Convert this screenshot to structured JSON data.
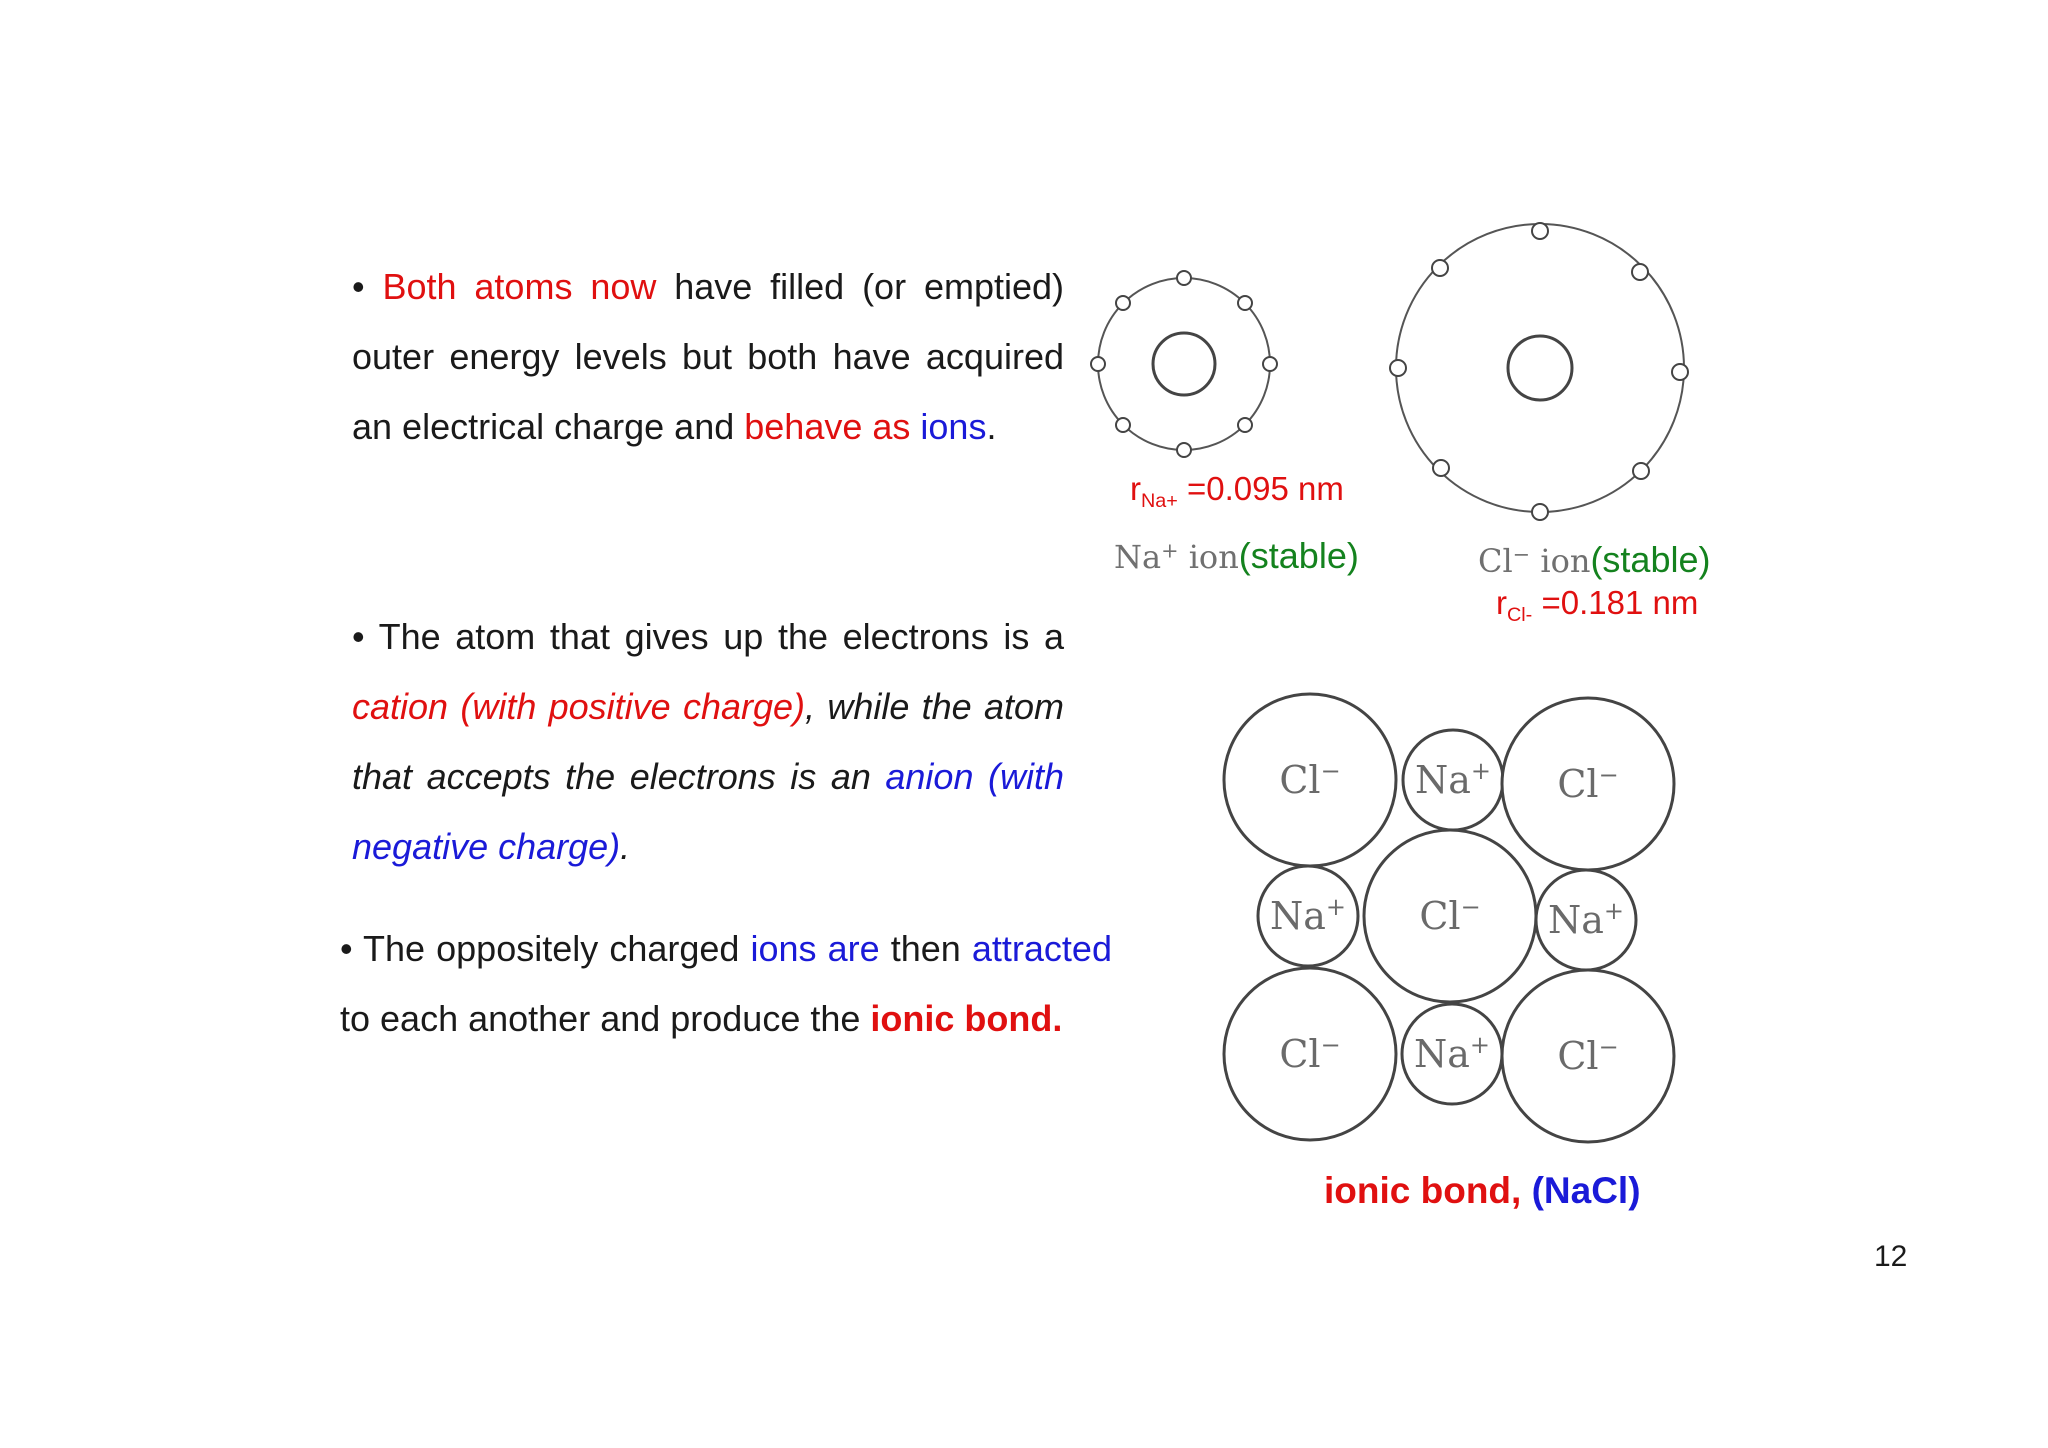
{
  "slide": {
    "para1": {
      "bullet": "• ",
      "s1": "Both atoms now",
      "s2": " have filled (or emptied) outer energy levels but both have acquired an electrical charge and ",
      "s3": "behave as",
      "s4": " ",
      "s5": "ions",
      "s6": "."
    },
    "para2": {
      "bullet": "• ",
      "s1": "The atom that gives up the electrons is a ",
      "s2": "cation (with positive charge)",
      "s3": ", while the atom that accepts the electrons is an ",
      "s4": "anion (with negative charge)",
      "s5": "."
    },
    "para3": {
      "bullet": "• ",
      "s1": "The oppositely charged ",
      "s2": "ions are",
      "s3": " then ",
      "s4": "attracted",
      "s5": " to each another and produce the ",
      "s6": "ionic bond."
    },
    "na_radius": {
      "r": "r",
      "sub": "Na+",
      "value": " =0.095 nm"
    },
    "cl_radius": {
      "r": "r",
      "sub": "Cl-",
      "value": " =0.181 nm"
    },
    "na_label": {
      "symbol": "Na",
      "charge": "+",
      "word": " ion",
      "state": "(stable)"
    },
    "cl_label": {
      "symbol": "Cl",
      "charge": "−",
      "word": " ion",
      "state": "(stable)"
    },
    "lattice": {
      "ions": [
        {
          "symbol": "Cl",
          "charge": "−"
        },
        {
          "symbol": "Na",
          "charge": "+"
        },
        {
          "symbol": "Cl",
          "charge": "−"
        },
        {
          "symbol": "Na",
          "charge": "+"
        },
        {
          "symbol": "Cl",
          "charge": "−"
        },
        {
          "symbol": "Na",
          "charge": "+"
        },
        {
          "symbol": "Cl",
          "charge": "−"
        },
        {
          "symbol": "Na",
          "charge": "+"
        },
        {
          "symbol": "Cl",
          "charge": "−"
        }
      ]
    },
    "caption": {
      "part1": "ionic bond, ",
      "part2": "(NaCl)"
    },
    "page_number": "12"
  }
}
